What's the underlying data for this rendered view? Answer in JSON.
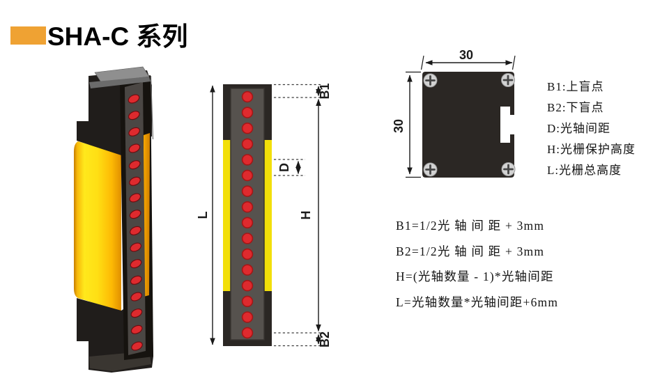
{
  "header": {
    "title": "SHA-C 系列",
    "accent_color": "#EFA233"
  },
  "photo": {
    "led_count": 16
  },
  "front_view": {
    "led_count": 16,
    "dim_labels": {
      "total_height": "L",
      "top_blind": "B1",
      "axis_pitch": "D",
      "protect_height": "H",
      "bottom_blind": "B2"
    }
  },
  "top_view": {
    "width_label": "30",
    "height_label": "30"
  },
  "legend": {
    "items": [
      "B1:上盲点",
      "B2:下盲点",
      "D:光轴间距",
      "H:光栅保护高度",
      "L:光栅总高度"
    ]
  },
  "formulas": [
    "B1=1/2光 轴 间 距 + 3mm",
    "B2=1/2光 轴 间 距 + 3mm",
    "H=(光轴数量 - 1)*光轴间距",
    "L=光轴数量*光轴间距+6mm"
  ],
  "colors": {
    "accent_orange": "#EFA233",
    "body_yellow": "#FFDE14",
    "led_red": "#DE2A2E",
    "housing_dark": "#2B2724",
    "channel_gray": "#56524E",
    "side_strip_yellow": "#F2DF0A"
  }
}
